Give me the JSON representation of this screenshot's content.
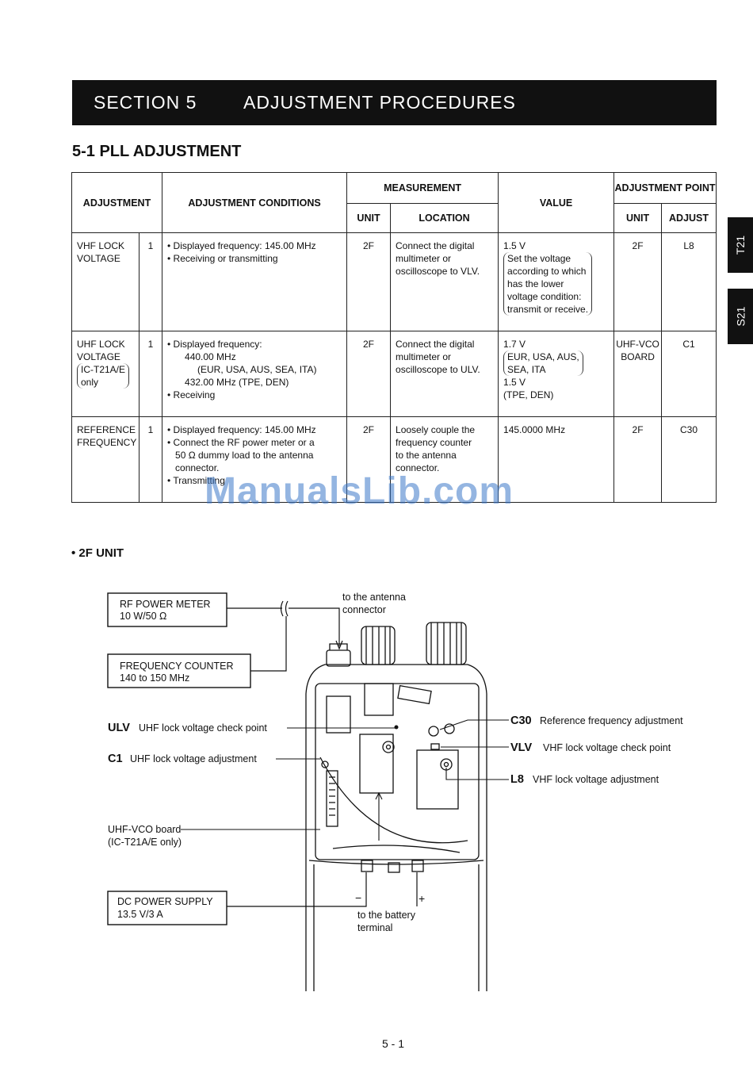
{
  "section": {
    "number": "SECTION 5",
    "title": "ADJUSTMENT PROCEDURES"
  },
  "subsection": "5-1 PLL ADJUSTMENT",
  "side_tabs": [
    "T21",
    "S21"
  ],
  "table": {
    "headers": {
      "adjustment": "ADJUSTMENT",
      "conditions": "ADJUSTMENT CONDITIONS",
      "measurement": "MEASUREMENT",
      "unit": "UNIT",
      "location": "LOCATION",
      "value": "VALUE",
      "adjustment_point": "ADJUSTMENT POINT",
      "point_unit": "UNIT",
      "point_adjust": "ADJUST"
    },
    "rows": [
      {
        "adjustment": [
          "VHF LOCK",
          "VOLTAGE"
        ],
        "step": "1",
        "conditions": [
          "• Displayed frequency: 145.00 MHz",
          "• Receiving or transmitting"
        ],
        "unit": "2F",
        "location": [
          "Connect the digital",
          "multimeter or",
          "oscilloscope to VLV."
        ],
        "value": "1.5 V",
        "value_note": [
          "Set the voltage",
          "according to which",
          "has the lower",
          "voltage condition:",
          "transmit or receive."
        ],
        "point_unit": "2F",
        "point_adjust": "L8"
      },
      {
        "adjustment": [
          "UHF LOCK",
          "VOLTAGE"
        ],
        "adjustment_note": [
          "IC-T21A/E",
          "only"
        ],
        "step": "1",
        "conditions": [
          "• Displayed frequency:",
          "440.00 MHz",
          "(EUR, USA, AUS, SEA, ITA)",
          "432.00 MHz (TPE, DEN)",
          "• Receiving"
        ],
        "unit": "2F",
        "location": [
          "Connect the digital",
          "multimeter or",
          "oscilloscope to ULV."
        ],
        "value": "1.7 V",
        "value_note": [
          "EUR, USA, AUS,",
          "SEA, ITA"
        ],
        "value2": "1.5 V",
        "value2_note": "(TPE, DEN)",
        "point_unit": [
          "UHF-VCO",
          "BOARD"
        ],
        "point_adjust": "C1"
      },
      {
        "adjustment": [
          "REFERENCE",
          "FREQUENCY"
        ],
        "step": "1",
        "conditions": [
          "• Displayed frequency: 145.00 MHz",
          "• Connect the RF power meter or a",
          "50 Ω dummy load to the antenna",
          "connector.",
          "• Transmitting"
        ],
        "unit": "2F",
        "location": [
          "Loosely couple the",
          "frequency counter",
          "to the antenna",
          "connector."
        ],
        "value": "145.0000 MHz",
        "point_unit": "2F",
        "point_adjust": "C30"
      }
    ]
  },
  "watermark": "ManualsLib.com",
  "unit_heading": "• 2F UNIT",
  "diagram": {
    "rf_meter": [
      "RF POWER METER",
      "10 W/50 Ω"
    ],
    "freq_counter": [
      "FREQUENCY COUNTER",
      "140 to 150 MHz"
    ],
    "dc_supply": [
      "DC POWER SUPPLY",
      "13.5 V/3 A"
    ],
    "antenna_label": [
      "to the antenna",
      "connector"
    ],
    "battery_label": [
      "to the battery",
      "terminal"
    ],
    "minus": "−",
    "plus": "+",
    "ulv": {
      "code": "ULV",
      "text": "UHF lock voltage check point"
    },
    "c1": {
      "code": "C1",
      "text": "UHF lock voltage adjustment"
    },
    "uhf_board": [
      "UHF-VCO board",
      "(IC-T21A/E only)"
    ],
    "c30": {
      "code": "C30",
      "text": "Reference frequency adjustment"
    },
    "vlv": {
      "code": "VLV",
      "text": "VHF lock voltage check point"
    },
    "l8": {
      "code": "L8",
      "text": "VHF lock voltage adjustment"
    }
  },
  "page_number": "5 - 1"
}
